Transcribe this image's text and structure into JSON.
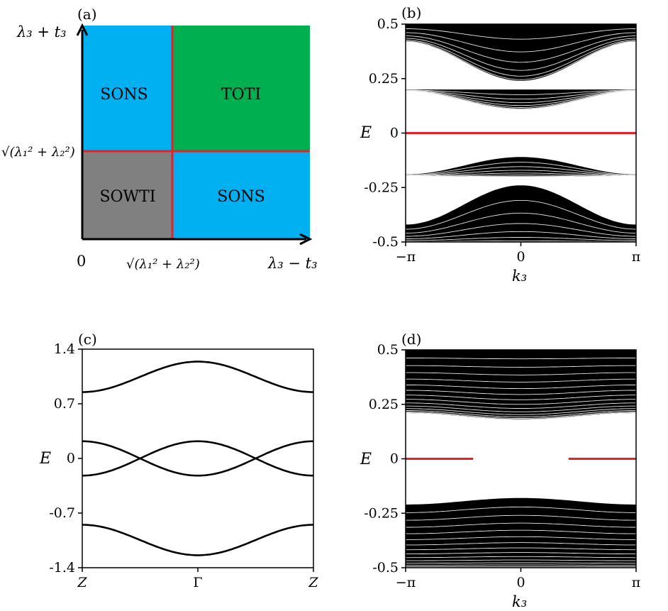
{
  "colors": {
    "sons": "#00b0f0",
    "toti": "#00b050",
    "sowti": "#808080",
    "boundary": "#e8202a",
    "edge_state": "#e8202a",
    "band": "#000000"
  },
  "chart_data": [
    {
      "panel": "(a)",
      "type": "heatmap",
      "xlabel": "λ₃ − t₃",
      "ylabel": "λ₃ + t₃",
      "x_tick_labels": [
        "0",
        "√(λ₁² + λ₂²)"
      ],
      "y_tick_labels": [
        "√(λ₁² + λ₂²)"
      ],
      "regions": [
        {
          "label": "SONS",
          "color": "#00b0f0",
          "x": "0 → √(λ₁²+λ₂²)",
          "y": "> √(λ₁²+λ₂²)"
        },
        {
          "label": "TOTI",
          "color": "#00b050",
          "x": "> √(λ₁²+λ₂²)",
          "y": "> √(λ₁²+λ₂²)"
        },
        {
          "label": "SOWTI",
          "color": "#808080",
          "x": "0 → √(λ₁²+λ₂²)",
          "y": "0 → √(λ₁²+λ₂²)"
        },
        {
          "label": "SONS",
          "color": "#00b0f0",
          "x": "> √(λ₁²+λ₂²)",
          "y": "0 → √(λ₁²+λ₂²)"
        }
      ],
      "boundaries": [
        "λ₃ − t₃ = √(λ₁² + λ₂²)",
        "λ₃ + t₃ = √(λ₁² + λ₂²)"
      ]
    },
    {
      "panel": "(b)",
      "type": "line",
      "xlabel": "k₃",
      "ylabel": "E",
      "xlim": [
        -3.14159,
        3.14159
      ],
      "ylim": [
        -0.5,
        0.5
      ],
      "x_tick_labels": [
        "−π",
        "0",
        "π"
      ],
      "y_ticks": [
        0.5,
        0.25,
        0,
        -0.25,
        -0.5
      ],
      "y_tick_labels": [
        "0.5",
        "0.25",
        "0",
        "-0.25",
        "-0.5"
      ],
      "bands": [
        {
          "kind": "filled",
          "upper_edge": {
            "k=0": 0.5,
            "k=±π": 0.5
          },
          "lower_edge": {
            "k=0": 0.24,
            "k=±π": 0.42
          }
        },
        {
          "kind": "filled",
          "upper_edge": {
            "k=0": 0.2,
            "k=±π": 0.2
          },
          "lower_edge": {
            "k=0": 0.11,
            "k=±π": 0.19
          }
        },
        {
          "kind": "filled",
          "upper_edge": {
            "k=0": -0.11,
            "k=±π": -0.19
          },
          "lower_edge": {
            "k=0": -0.2,
            "k=±π": -0.2
          }
        },
        {
          "kind": "filled",
          "upper_edge": {
            "k=0": -0.24,
            "k=±π": -0.42
          },
          "lower_edge": {
            "k=0": -0.5,
            "k=±π": -0.5
          }
        }
      ],
      "edge_state": {
        "E": 0,
        "color": "#e8202a"
      }
    },
    {
      "panel": "(c)",
      "type": "line",
      "ylabel": "E",
      "xlim": [
        -1,
        1
      ],
      "ylim": [
        -1.4,
        1.4
      ],
      "x_tick_labels": [
        "Z",
        "Γ",
        "Z"
      ],
      "y_ticks": [
        1.4,
        0.7,
        0,
        -0.7,
        -1.4
      ],
      "y_tick_labels": [
        "1.4",
        "0.7",
        "0",
        "-0.7",
        "-1.4"
      ],
      "series": [
        {
          "E_at_Z": 0.85,
          "E_at_Gamma": 1.24
        },
        {
          "E_at_Z": 0.22,
          "E_at_Gamma": -0.22
        },
        {
          "E_at_Z": -0.22,
          "E_at_Gamma": 0.22
        },
        {
          "E_at_Z": -0.85,
          "E_at_Gamma": -1.24
        }
      ]
    },
    {
      "panel": "(d)",
      "type": "line",
      "xlabel": "k₃",
      "ylabel": "E",
      "xlim": [
        -3.14159,
        3.14159
      ],
      "ylim": [
        -0.5,
        0.5
      ],
      "x_tick_labels": [
        "−π",
        "0",
        "π"
      ],
      "y_ticks": [
        0.5,
        0.25,
        0,
        -0.25,
        -0.5
      ],
      "y_tick_labels": [
        "0.5",
        "0.25",
        "0",
        "-0.25",
        "-0.5"
      ],
      "bands": [
        {
          "kind": "filled",
          "upper_edge": {
            "k=0": 0.5,
            "k=±π": 0.5
          },
          "lower_edge": {
            "k=0": 0.18,
            "k=±π": 0.21
          }
        },
        {
          "kind": "filled",
          "upper_edge": {
            "k=0": -0.18,
            "k=±π": -0.21
          },
          "lower_edge": {
            "k=0": -0.5,
            "k=±π": -0.5
          }
        }
      ],
      "edge_state": {
        "E": 0,
        "k_range": [
          [
            -3.14159,
            -1.3
          ],
          [
            1.3,
            3.14159
          ]
        ],
        "color": "#e8202a"
      }
    }
  ]
}
